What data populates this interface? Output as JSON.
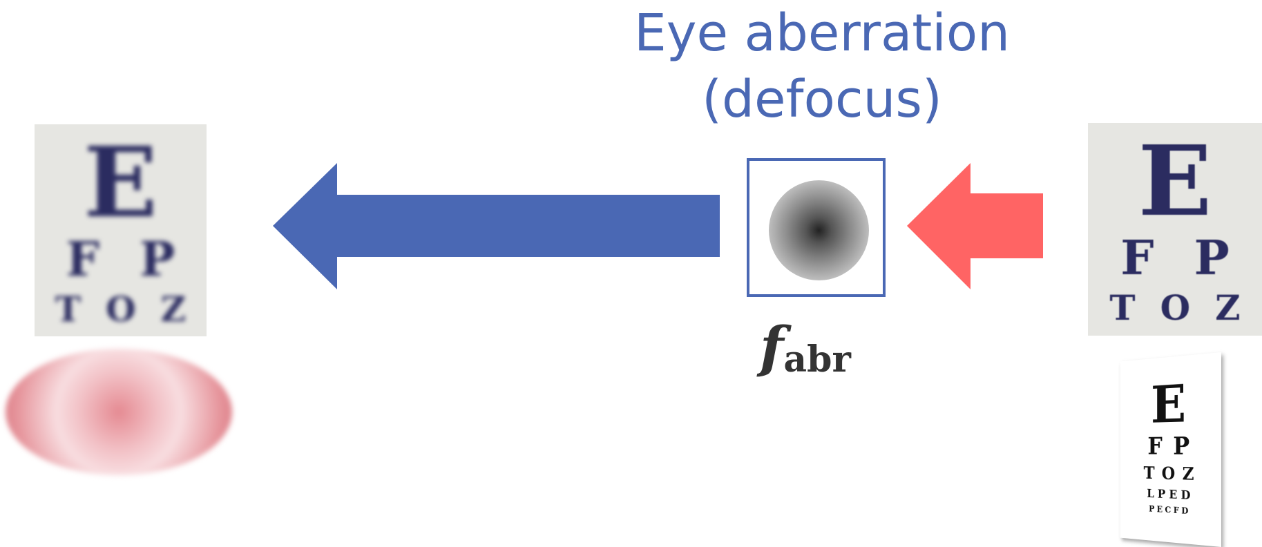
{
  "title": {
    "line1": "Eye aberration",
    "line2": "(defocus)"
  },
  "kernel": {
    "symbol": "f",
    "subscript": "abr"
  },
  "eye_chart": {
    "row1": "E",
    "row2": [
      "F",
      "P"
    ],
    "row3": [
      "T",
      "O",
      "Z"
    ]
  },
  "poster_chart": {
    "row1": "E",
    "row2": [
      "F",
      "P"
    ],
    "row3": [
      "T",
      "O",
      "Z"
    ],
    "row4": [
      "L",
      "P",
      "E",
      "D"
    ],
    "row5": [
      "P",
      "E",
      "C",
      "F",
      "D"
    ]
  },
  "colors": {
    "accent_blue": "#4a68b4",
    "arrow_red": "#ff6464",
    "eye_pink": "#e58a92"
  },
  "icons": {
    "eye": "blurred-eye-icon",
    "poster": "eye-chart-poster-icon"
  }
}
